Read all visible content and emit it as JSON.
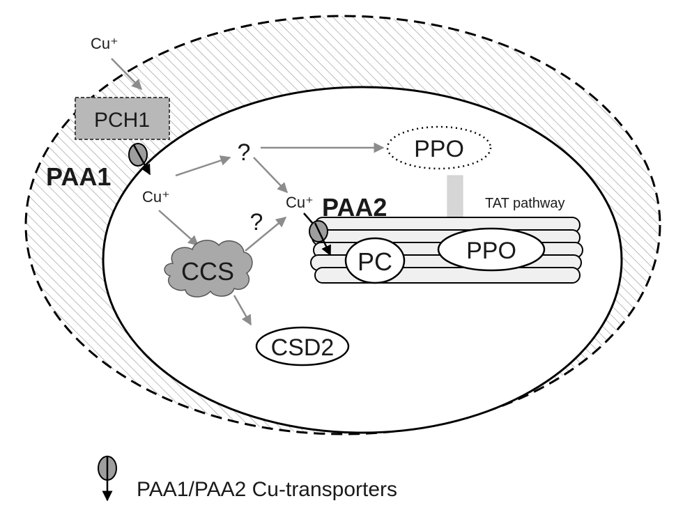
{
  "labels": {
    "cu_top": "Cu⁺",
    "cu_left": "Cu⁺",
    "cu_mid": "Cu⁺",
    "pch1": "PCH1",
    "paa1": "PAA1",
    "paa2": "PAA2",
    "q_top": "?",
    "q_mid": "?",
    "ppo_stroma": "PPO",
    "ppo_lumen": "PPO",
    "pc": "PC",
    "ccs": "CCS",
    "csd2": "CSD2",
    "tat": "TAT pathway"
  },
  "legend": {
    "text": "PAA1/PAA2 Cu-transporters"
  },
  "colors": {
    "arrow_gray": "#8c8c8c",
    "pch1_fill": "#b8b8b8",
    "ccs_fill": "#a9a9a9",
    "transporter_fill": "#9e9e9e",
    "thylakoid_fill": "#f0f0f0",
    "tat_arrow": "#d6d6d6"
  }
}
